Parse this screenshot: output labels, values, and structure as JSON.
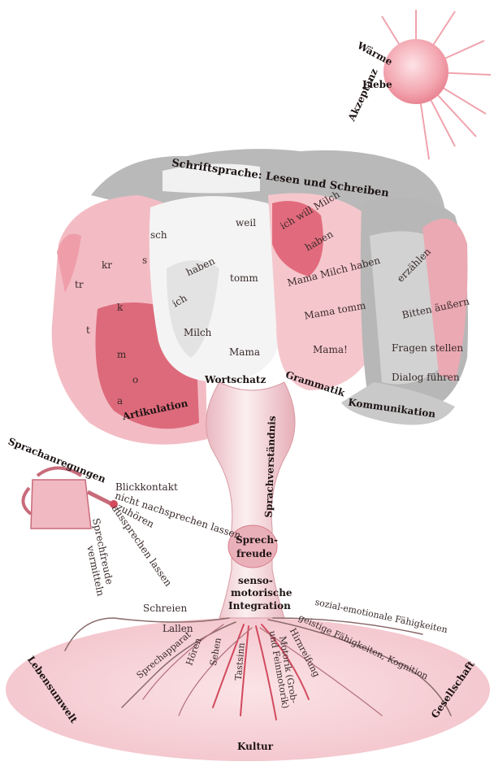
{
  "sun": [
    "Wärme",
    "Liebe",
    "Akzeptanz"
  ],
  "crown_title": "Schriftsprache: Lesen und Schreiben",
  "articulation": {
    "title": "Artikulation",
    "sounds": [
      "sch",
      "s",
      "kr",
      "tr",
      "k",
      "t",
      "m",
      "o",
      "a"
    ]
  },
  "vocabulary": {
    "title": "Wortschatz",
    "words": [
      "weil",
      "haben",
      "tomm",
      "ich",
      "Milch",
      "Mama"
    ]
  },
  "grammar": {
    "title": "Grammatik",
    "phrases": [
      "ich will Milch",
      "haben",
      "Mama Milch haben",
      "Mama tomm",
      "Mama!"
    ]
  },
  "communication": {
    "title": "Kommunikation",
    "items": [
      "erzählen",
      "Bitten äußern",
      "Fragen stellen",
      "Dialog führen"
    ]
  },
  "trunk": {
    "understanding": "Sprachverständnis",
    "joy_line1": "Sprech-",
    "joy_line2": "freude",
    "senso_line1": "senso-",
    "senso_line2": "motorische",
    "senso_line3": "Integration"
  },
  "stimuli": {
    "title": "Sprachanregungen",
    "items": [
      "Blickkontakt",
      "nicht nachsprechen lassen",
      "zuhören",
      "aussprechen lassen",
      "Sprechfreude",
      "vermitteln"
    ]
  },
  "roots": [
    "Schreien",
    "Lallen",
    "Sprechapparat",
    "Hören",
    "Sehen",
    "Tastsinn",
    "Motorik (Grob-",
    "und Feinmotorik)",
    "Hirnreifung",
    "sozial-emotionale Fähigkeiten",
    "geistige Fähigkeiten, Kognition"
  ],
  "ground": {
    "left": "Lebensumwelt",
    "center": "Kultur",
    "right": "Gesellschaft"
  },
  "colors": {
    "pink": "#e8a0aa",
    "red": "#d24a5e",
    "gray": "#a9a9a9",
    "trunk": "#f3d3d8"
  }
}
